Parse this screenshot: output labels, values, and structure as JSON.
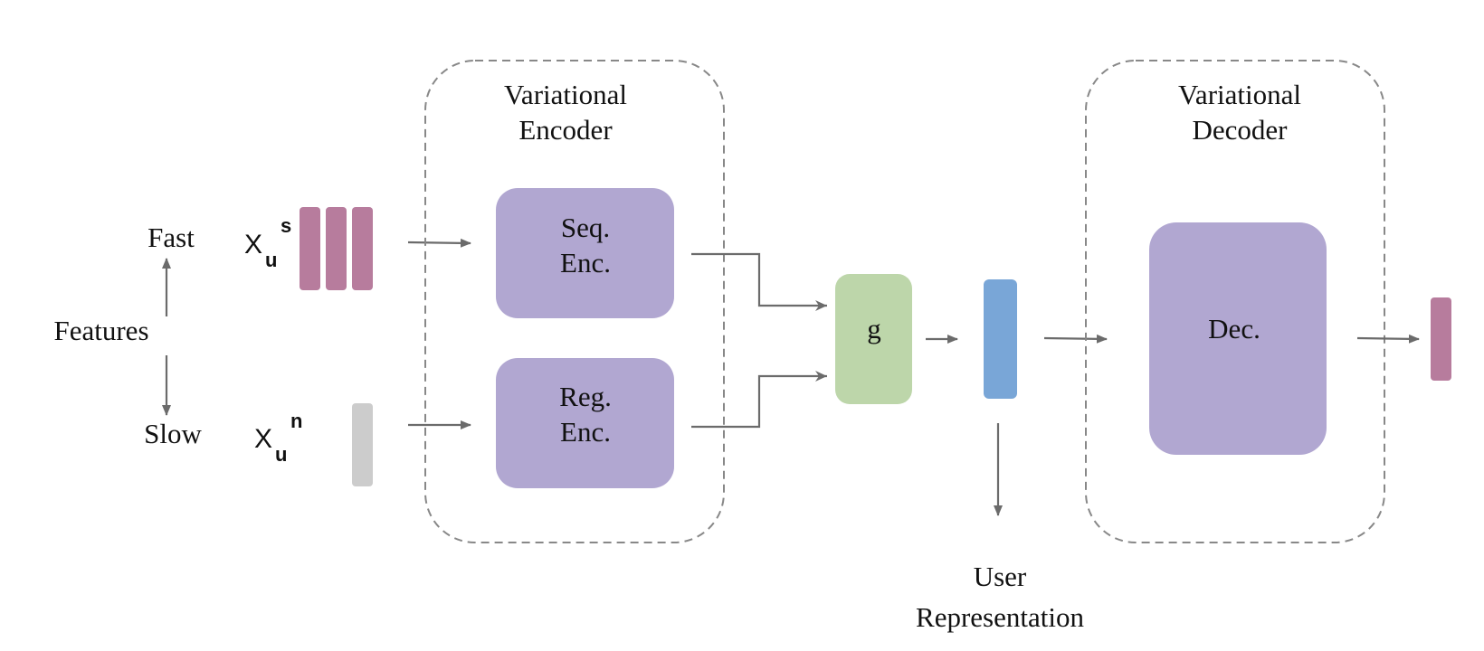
{
  "diagram": {
    "left": {
      "features_label": "Features",
      "fast_label": "Fast",
      "slow_label": "Slow",
      "fast_input": {
        "base": "X",
        "sub": "u",
        "sup": "s",
        "bar_count": 3
      },
      "slow_input": {
        "base": "X",
        "sub": "u",
        "sup": "n",
        "bar_count": 1
      }
    },
    "encoder_group": {
      "title_line1": "Variational",
      "title_line2": "Encoder",
      "seq_enc": {
        "line1": "Seq.",
        "line2": "Enc."
      },
      "reg_enc": {
        "line1": "Reg.",
        "line2": "Enc."
      }
    },
    "combiner": {
      "label": "g"
    },
    "representation": {
      "label_line1": "User",
      "label_line2": "Representation"
    },
    "decoder_group": {
      "title_line1": "Variational",
      "title_line2": "Decoder",
      "dec": {
        "label": "Dec."
      }
    },
    "colors": {
      "fast_bar": "#b77c9d",
      "slow_bar": "#cccccc",
      "encoder_box": "#b1a7d1",
      "combiner_box": "#bdd6aa",
      "representation_bar": "#79a6d7",
      "decoder_box": "#b1a7d1",
      "output_bar": "#b77c9d",
      "arrow": "#6b6b6b",
      "dashed_border": "#888888"
    }
  }
}
